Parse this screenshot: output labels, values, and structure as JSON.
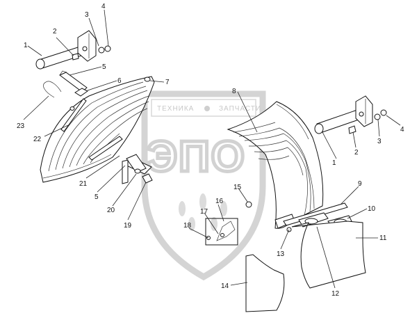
{
  "watermark": {
    "brand_left": "ТЕХНИКА",
    "brand_right": "ЗАПЧАСТИ",
    "big": "ЭПО",
    "color": "#d0d0d0"
  },
  "callouts": {
    "c1a": "1",
    "c2a": "2",
    "c3a": "3",
    "c4a": "4",
    "c5a": "5",
    "c6": "6",
    "c7": "7",
    "c23": "23",
    "c22": "22",
    "c21": "21",
    "c5b": "5",
    "c20": "20",
    "c19": "19",
    "c8": "8",
    "c1b": "1",
    "c2b": "2",
    "c3b": "3",
    "c4b": "4",
    "c15": "15",
    "c16": "16",
    "c17": "17",
    "c18": "18",
    "c9": "9",
    "c10": "10",
    "c11": "11",
    "c13": "13",
    "c12": "12",
    "c14": "14"
  }
}
